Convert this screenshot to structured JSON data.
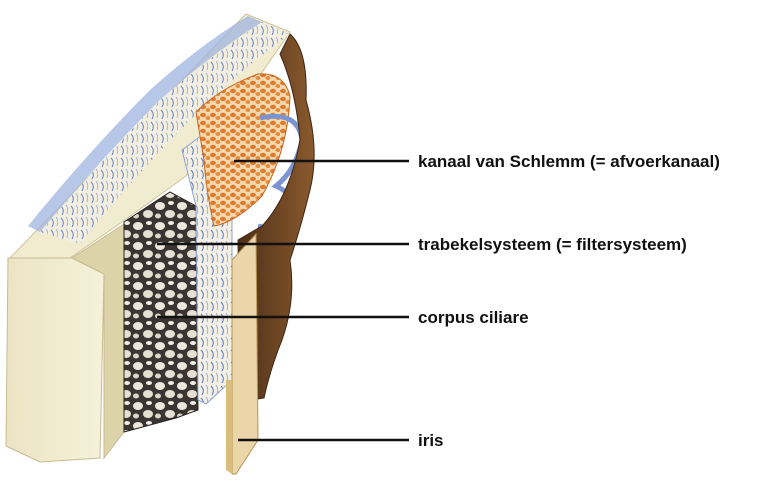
{
  "diagram": {
    "labels": [
      "kanaal van Schlemm (= afvoerkanaal)",
      "trabekelsysteem (= filtersysteem)",
      "corpus ciliare",
      "iris"
    ]
  },
  "colors": {
    "sclera": "#f1ecd0",
    "sclera_shadow": "#d9cfa6",
    "blue_tissue": "#6f8fd0",
    "schlemm_canal": "#e0863a",
    "trabecular_dark": "#2e2b2a",
    "brown_tissue": "#6d4424",
    "leader_line": "#111111"
  }
}
